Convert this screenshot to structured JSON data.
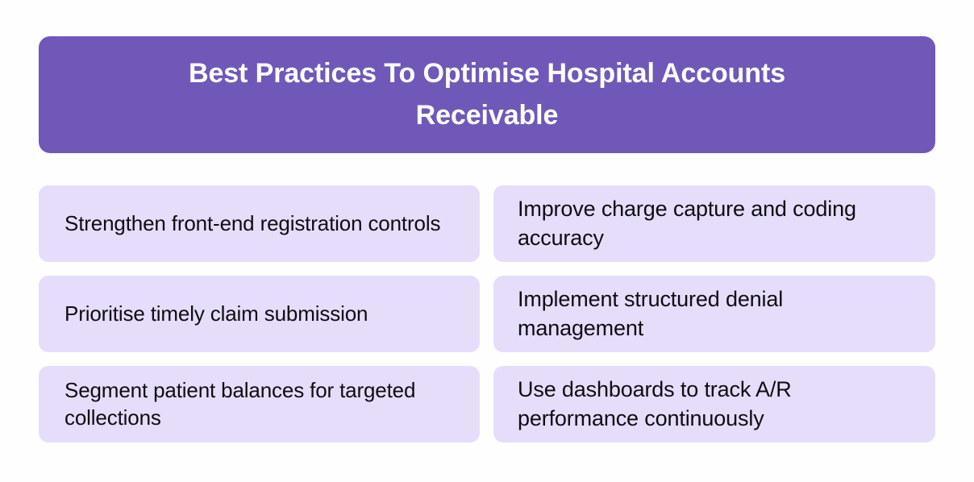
{
  "header": {
    "title": "Best Practices To Optimise Hospital Accounts Receivable",
    "background_color": "#7058B8",
    "text_color": "#FFFFFF"
  },
  "theme": {
    "page_background": "#FEFEFE",
    "card_background": "#E6DDFA",
    "card_text_color": "#0E0D12",
    "accent_color": "#7058B8"
  },
  "cards": [
    {
      "id": "front-end-registration",
      "column": "left",
      "row": 1,
      "text": "Strengthen front-end registration controls"
    },
    {
      "id": "charge-capture-coding",
      "column": "right",
      "row": 1,
      "text": "Improve charge capture and coding accuracy"
    },
    {
      "id": "timely-claim-submission",
      "column": "left",
      "row": 2,
      "text": "Prioritise timely claim submission"
    },
    {
      "id": "denial-management",
      "column": "right",
      "row": 2,
      "text": "Implement structured denial management"
    },
    {
      "id": "patient-balances",
      "column": "left",
      "row": 3,
      "text": "Segment patient balances for targeted collections"
    },
    {
      "id": "ar-dashboards",
      "column": "right",
      "row": 3,
      "text": "Use dashboards to track A/R performance continuously"
    }
  ]
}
